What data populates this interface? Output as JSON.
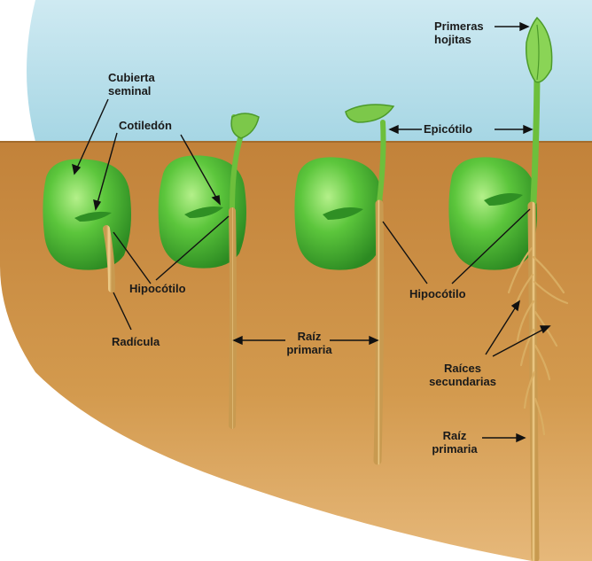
{
  "colors": {
    "sky": "#a9d8e6",
    "soil": "#c98a3d",
    "soil_dark": "#b87830",
    "seed": "#57c43a",
    "seed_light": "#a8ec7a",
    "seed_dark": "#2f8f24",
    "root": "#e9c07a",
    "root_dark": "#b88a3e",
    "leaf": "#7cc84a",
    "text": "#1a1a1a"
  },
  "labels": {
    "cubierta_seminal": "Cubierta\nseminal",
    "cotiledon": "Cotiledón",
    "hipocotilo_left": "Hipocótilo",
    "radicula": "Radícula",
    "raiz_primaria_center": "Raíz\nprimaria",
    "epicotilo": "Epicótilo",
    "primeras_hojitas": "Primeras\nhojitas",
    "hipocotilo_right": "Hipocótilo",
    "raices_secundarias": "Raíces\nsecundarias",
    "raiz_primaria_right": "Raíz\nprimaria"
  }
}
